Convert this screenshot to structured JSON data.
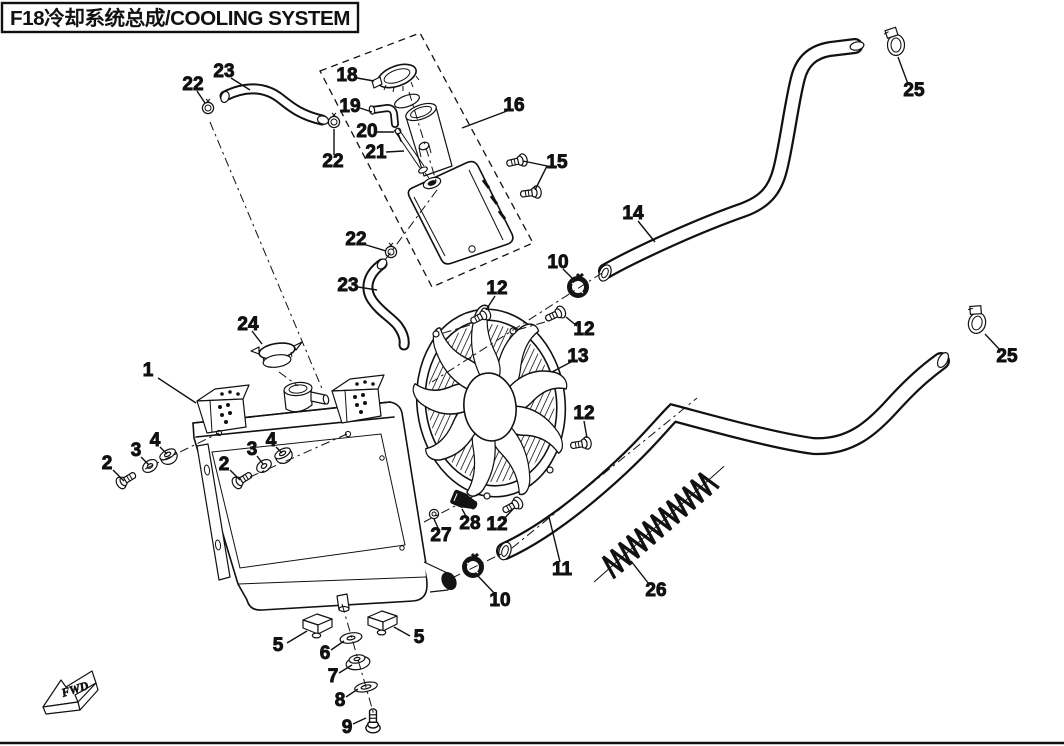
{
  "title": "F18冷却系统总成/COOLING SYSTEM",
  "direction_label": "FWD",
  "callouts": [
    {
      "label": "1"
    },
    {
      "label": "2"
    },
    {
      "label": "3"
    },
    {
      "label": "4"
    },
    {
      "label": "2"
    },
    {
      "label": "3"
    },
    {
      "label": "4"
    },
    {
      "label": "5"
    },
    {
      "label": "5"
    },
    {
      "label": "6"
    },
    {
      "label": "7"
    },
    {
      "label": "8"
    },
    {
      "label": "9"
    },
    {
      "label": "10"
    },
    {
      "label": "10"
    },
    {
      "label": "11"
    },
    {
      "label": "12"
    },
    {
      "label": "12"
    },
    {
      "label": "12"
    },
    {
      "label": "12"
    },
    {
      "label": "13"
    },
    {
      "label": "14"
    },
    {
      "label": "15"
    },
    {
      "label": "16"
    },
    {
      "label": "18"
    },
    {
      "label": "19"
    },
    {
      "label": "20"
    },
    {
      "label": "21"
    },
    {
      "label": "22"
    },
    {
      "label": "22"
    },
    {
      "label": "22"
    },
    {
      "label": "23"
    },
    {
      "label": "23"
    },
    {
      "label": "24"
    },
    {
      "label": "25"
    },
    {
      "label": "25"
    },
    {
      "label": "26"
    },
    {
      "label": "27"
    },
    {
      "label": "28"
    }
  ]
}
